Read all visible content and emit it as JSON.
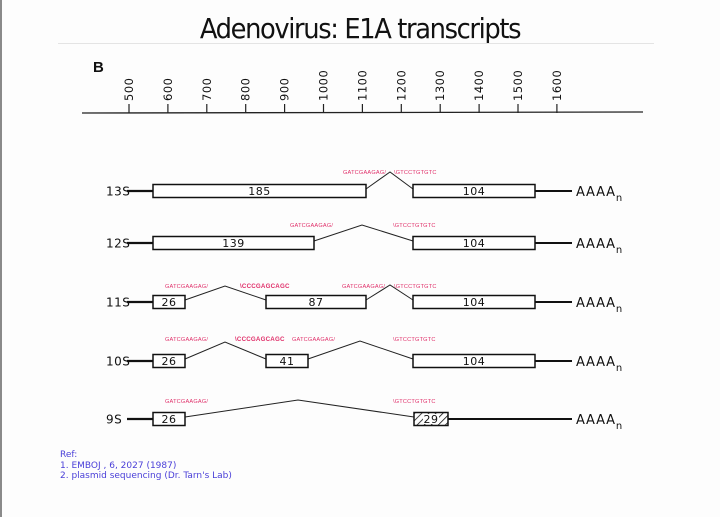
{
  "title": "Adenovirus: E1A transcripts",
  "panel_label": "B",
  "colors": {
    "splice_seq": "#e0306a",
    "reference_text": "#4a3fd8",
    "ink": "#111111"
  },
  "axis": {
    "ticks": [
      "500",
      "600",
      "700",
      "800",
      "900",
      "1000",
      "1100",
      "1200",
      "1300",
      "1400",
      "1500",
      "1600"
    ]
  },
  "transcripts": [
    {
      "name": "13S",
      "exons": [
        {
          "label": "185"
        },
        {
          "label": "104"
        }
      ],
      "splice_labels": [
        "GATCGAAGAG/",
        "\\GTCCTGTGTC"
      ],
      "polyA": "AAAA",
      "polyA_sub": "n"
    },
    {
      "name": "12S",
      "exons": [
        {
          "label": "139"
        },
        {
          "label": "104"
        }
      ],
      "splice_labels": [
        "GATCGAAGAG/",
        "\\GTCCTGTGTC"
      ],
      "polyA": "AAAA",
      "polyA_sub": "n"
    },
    {
      "name": "11S",
      "exons": [
        {
          "label": "26"
        },
        {
          "label": "87"
        },
        {
          "label": "104"
        }
      ],
      "splice_labels": [
        "GATCGAAGAG/",
        "\\CCCGAGCAGC",
        "GATCGAAGAG/",
        "\\GTCCTGTGTC"
      ],
      "polyA": "AAAA",
      "polyA_sub": "n"
    },
    {
      "name": "10S",
      "exons": [
        {
          "label": "26"
        },
        {
          "label": "41"
        },
        {
          "label": "104"
        }
      ],
      "splice_labels": [
        "GATCGAAGAG/",
        "\\CCCGAGCAGC",
        "GATCGAAGAG/",
        "\\GTCCTGTGTC"
      ],
      "polyA": "AAAA",
      "polyA_sub": "n"
    },
    {
      "name": "9S",
      "exons": [
        {
          "label": "26"
        },
        {
          "label": "29"
        }
      ],
      "splice_labels": [
        "GATCGAAGAG/",
        "\\GTCCTGTGTC"
      ],
      "polyA": "AAAA",
      "polyA_sub": "n"
    }
  ],
  "references": {
    "heading": "Ref:",
    "items": [
      "1. EMBOJ , 6, 2027 (1987)",
      "2. plasmid sequencing (Dr. Tarn's Lab)"
    ]
  }
}
